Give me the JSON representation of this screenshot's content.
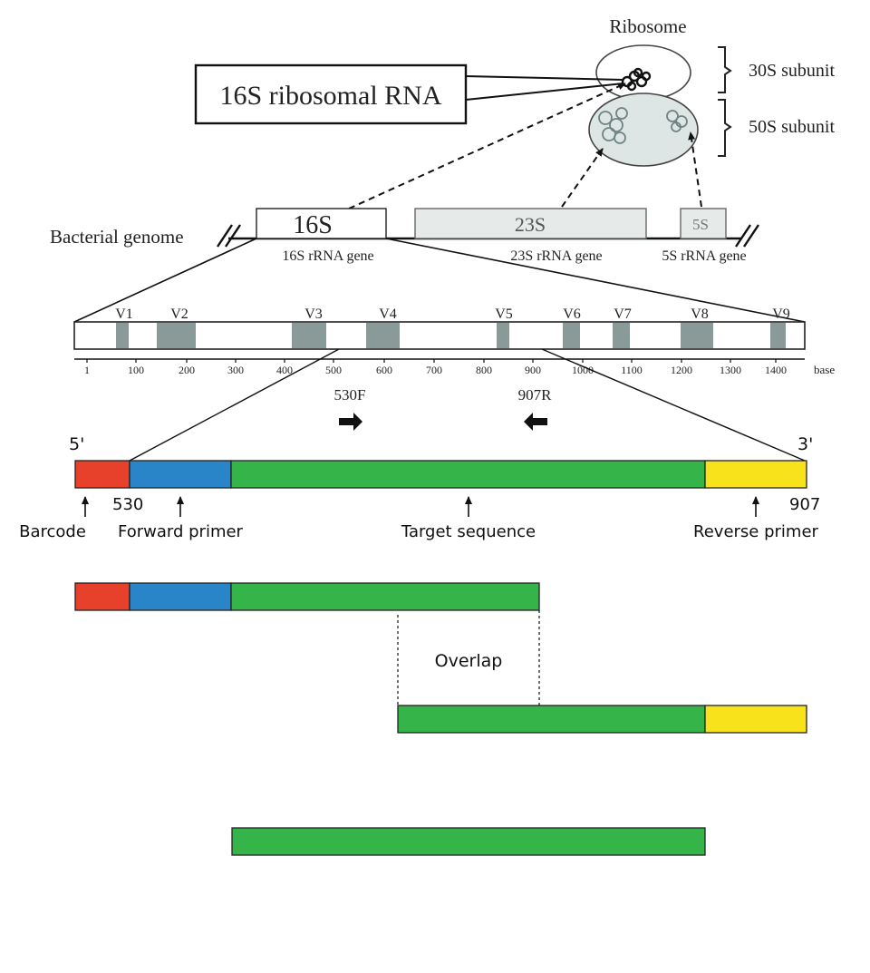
{
  "ribosome": {
    "title": "Ribosome",
    "rrna_callout": "16S ribosomal RNA",
    "subunit_30s": "30S subunit",
    "subunit_50s": "50S subunit"
  },
  "genome": {
    "label": "Bacterial genome",
    "genes": [
      {
        "box": "16S",
        "caption": "16S rRNA gene"
      },
      {
        "box": "23S",
        "caption": "23S rRNA gene"
      },
      {
        "box": "5S",
        "caption": "5S rRNA gene"
      }
    ]
  },
  "regions": {
    "labels": [
      "V1",
      "V2",
      "V3",
      "V4",
      "V5",
      "V6",
      "V7",
      "V8",
      "V9"
    ],
    "axis_ticks": [
      "1",
      "100",
      "200",
      "300",
      "400",
      "500",
      "600",
      "700",
      "800",
      "900",
      "1000",
      "1100",
      "1200",
      "1300",
      "1400"
    ],
    "axis_unit": "base"
  },
  "primers": {
    "forward": "530F",
    "reverse": "907R"
  },
  "amplicon": {
    "end_5": "5'",
    "end_3": "3'",
    "start_pos": "530",
    "end_pos": "907",
    "barcode": "Barcode",
    "forward_primer": "Forward primer",
    "target": "Target sequence",
    "reverse_primer": "Reverse primer"
  },
  "reads": {
    "overlap": "Overlap"
  },
  "colors": {
    "barcode": "#e8412b",
    "forward": "#2a85c8",
    "target": "#35b44a",
    "reverse": "#f7e21b",
    "region": "#8a9a99",
    "rrna_grey": "#c8d4d2"
  }
}
